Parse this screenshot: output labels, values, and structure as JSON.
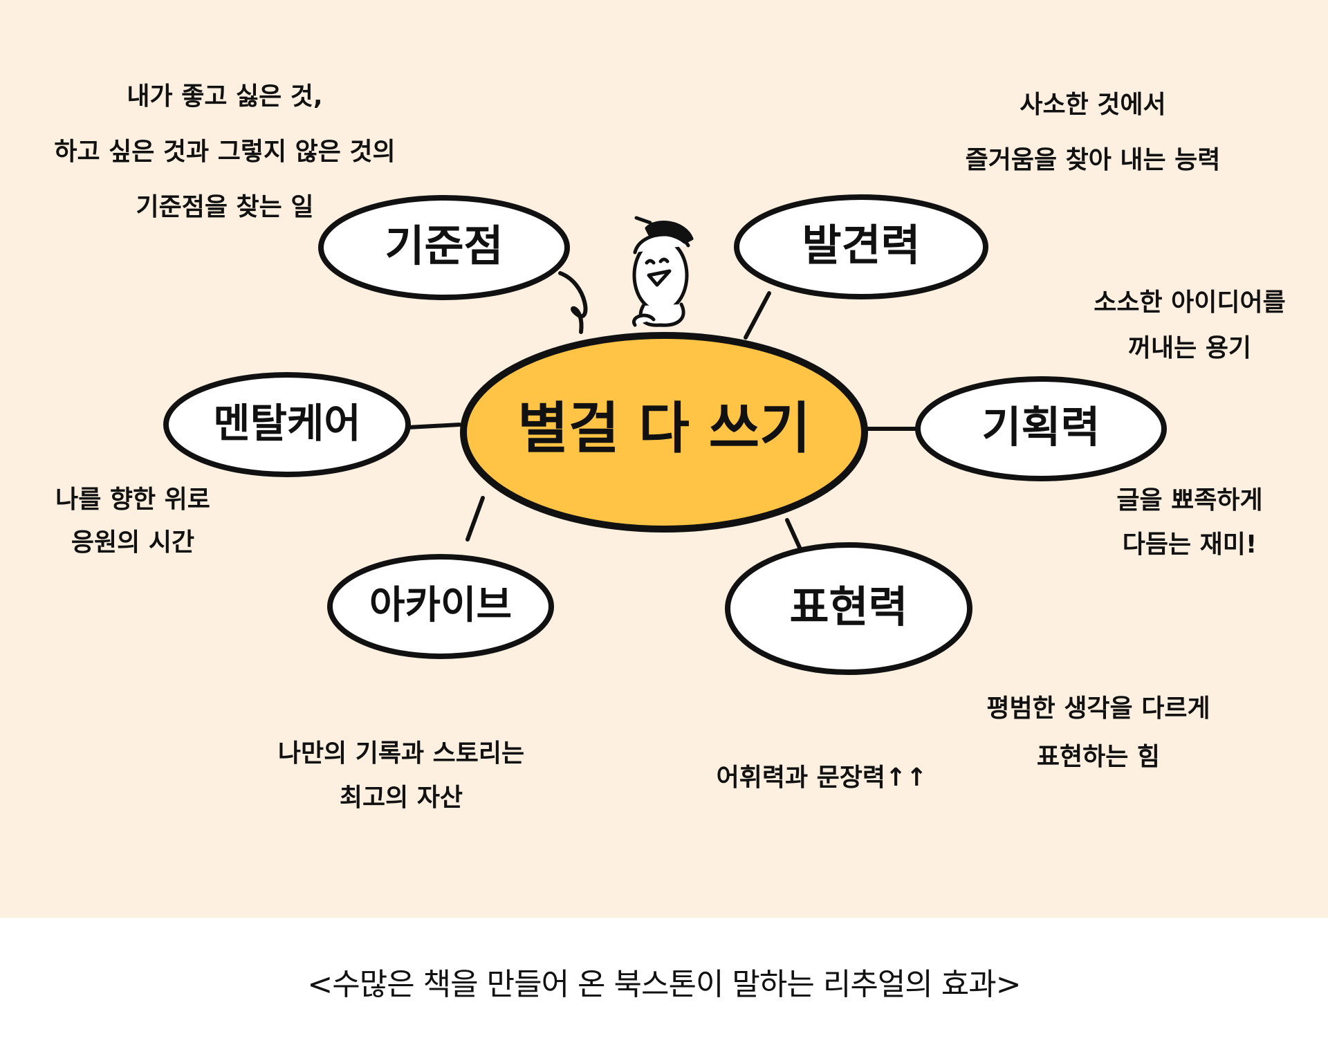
{
  "diagram": {
    "center": {
      "label": "별걸 다 쓰기",
      "fill": "#ffc445"
    },
    "nodes": [
      {
        "id": "standard",
        "label": "기준점",
        "note": [
          "내가 좋고 싫은 것,",
          "하고 싶은 것과 그렇지 않은 것의",
          "기준점을 찾는 일"
        ]
      },
      {
        "id": "discovery",
        "label": "발견력",
        "note": [
          "사소한 것에서",
          "즐거움을 찾아 내는 능력"
        ]
      },
      {
        "id": "mental-care",
        "label": "멘탈케어",
        "note": [
          "나를 향한 위로",
          "응원의 시간"
        ]
      },
      {
        "id": "planning",
        "label": "기획력",
        "note": [
          "소소한 아이디어를",
          "꺼내는 용기"
        ]
      },
      {
        "id": "archive",
        "label": "아카이브",
        "note": [
          "나만의 기록과 스토리는",
          "최고의 자산"
        ]
      },
      {
        "id": "expression",
        "label": "표현력",
        "note": [
          "평범한 생각을 다르게",
          "표현하는 힘"
        ]
      }
    ],
    "extra_note": "어휘력과 문장력↑↑",
    "background": "#fdf0e0",
    "outline": "#111111"
  },
  "caption": "<수많은 책을 만들어 온 북스톤이 말하는 리추얼의 효과>"
}
